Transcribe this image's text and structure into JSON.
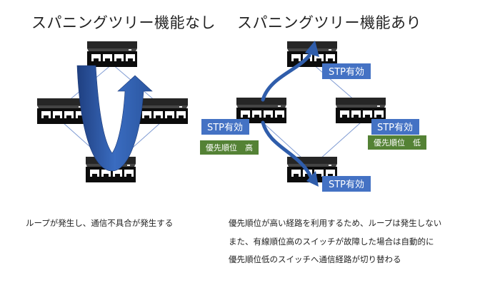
{
  "titles": {
    "left": "スパニングツリー機能なし",
    "right": "スパニングツリー機能あり"
  },
  "labels": {
    "stp": "STP有効",
    "priority_high": "優先順位　高",
    "priority_low": "優先順位　低"
  },
  "captions": {
    "left": "ループが発生し、通信不具合が発生する",
    "right": [
      "優先順位が高い経路を利用するため、ループは発生しない",
      "また、有線順位高のスイッチが故障した場合は自動的に",
      "優先順位低のスイッチへ通信経路が切り替わる"
    ]
  },
  "colors": {
    "stp_label_bg": "#4472c4",
    "priority_label_bg": "#548235",
    "arrow_blue": "#2f5dab",
    "link_line": "#7f9bd3",
    "switch_body": "#111111"
  },
  "icons": {
    "switch": "network-switch-icon",
    "flow_arrow": "curved-arrow-icon"
  }
}
